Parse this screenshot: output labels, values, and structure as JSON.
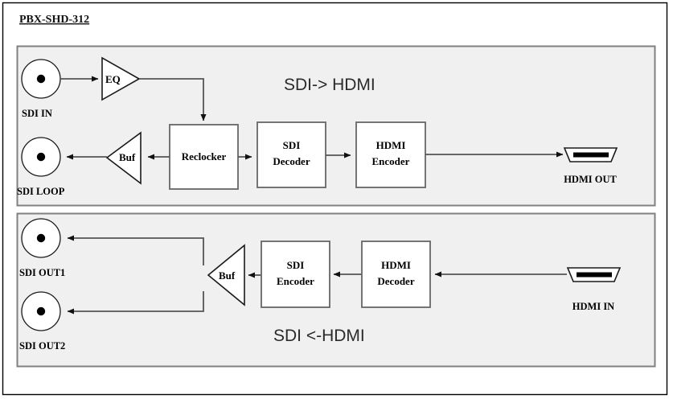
{
  "diagram": {
    "title": "PBX-SHD-312",
    "outer_frame": {
      "fill": "#ffffff",
      "stroke": "#000000"
    },
    "panel_fill": "#f0f0f0",
    "panel_stroke": "#808080",
    "line_color": "#555555",
    "block_stroke": "#666666",
    "block_fill": "#ffffff",
    "panels": [
      {
        "id": "sdi-to-hdmi",
        "flow_label": "SDI-> HDMI",
        "ports": [
          {
            "name": "SDI IN",
            "type": "bnc",
            "direction": "input"
          },
          {
            "name": "SDI LOOP",
            "type": "bnc",
            "direction": "output"
          },
          {
            "name": "HDMI OUT",
            "type": "hdmi",
            "direction": "output"
          }
        ],
        "blocks": [
          {
            "name": "EQ",
            "shape": "triangle-right"
          },
          {
            "name": "Buf",
            "shape": "triangle-left"
          },
          {
            "name": "Reclocker",
            "shape": "rect"
          },
          {
            "name": "SDI Decoder",
            "shape": "rect",
            "line1": "SDI",
            "line2": "Decoder"
          },
          {
            "name": "HDMI Encoder",
            "shape": "rect",
            "line1": "HDMI",
            "line2": "Encoder"
          }
        ],
        "connections": [
          {
            "from": "SDI IN",
            "to": "EQ"
          },
          {
            "from": "EQ",
            "to": "Reclocker"
          },
          {
            "from": "Reclocker",
            "to": "Buf"
          },
          {
            "from": "Buf",
            "to": "SDI LOOP"
          },
          {
            "from": "Reclocker",
            "to": "SDI Decoder"
          },
          {
            "from": "SDI Decoder",
            "to": "HDMI Encoder"
          },
          {
            "from": "HDMI Encoder",
            "to": "HDMI OUT"
          }
        ]
      },
      {
        "id": "sdi-from-hdmi",
        "flow_label": "SDI <-HDMI",
        "ports": [
          {
            "name": "SDI OUT1",
            "type": "bnc",
            "direction": "output"
          },
          {
            "name": "SDI OUT2",
            "type": "bnc",
            "direction": "output"
          },
          {
            "name": "HDMI IN",
            "type": "hdmi",
            "direction": "input"
          }
        ],
        "blocks": [
          {
            "name": "Buf",
            "shape": "triangle-left"
          },
          {
            "name": "SDI Encoder",
            "shape": "rect",
            "line1": "SDI",
            "line2": "Encoder"
          },
          {
            "name": "HDMI Decoder",
            "shape": "rect",
            "line1": "HDMI",
            "line2": "Decoder"
          }
        ],
        "connections": [
          {
            "from": "HDMI IN",
            "to": "HDMI Decoder"
          },
          {
            "from": "HDMI Decoder",
            "to": "SDI Encoder"
          },
          {
            "from": "SDI Encoder",
            "to": "Buf"
          },
          {
            "from": "Buf",
            "to": "SDI OUT1"
          },
          {
            "from": "Buf",
            "to": "SDI OUT2"
          }
        ]
      }
    ]
  }
}
